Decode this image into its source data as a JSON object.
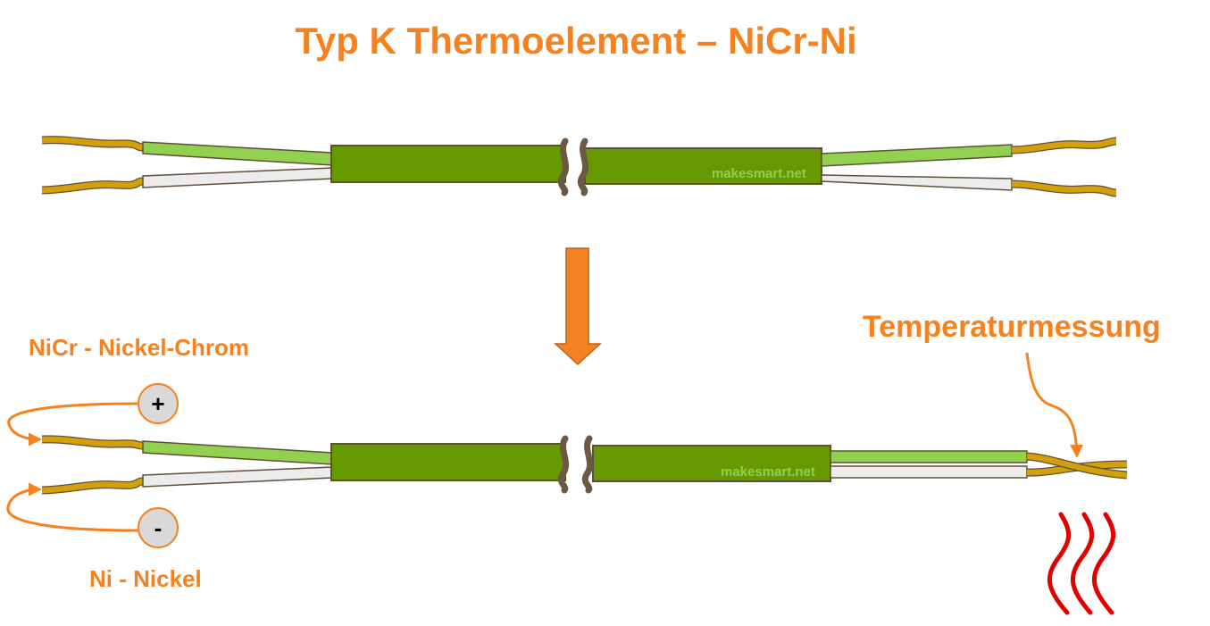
{
  "title": "Typ K Thermoelement – NiCr-Ni",
  "watermark_top": "makesmart.net",
  "watermark_bottom": "makesmart.net",
  "labels": {
    "positive_wire": "NiCr - Nickel-Chrom",
    "negative_wire": "Ni - Nickel",
    "measurement_point": "Temperaturmessung",
    "plus_symbol": "+",
    "minus_symbol": "-"
  },
  "colors": {
    "accent": "#f58220",
    "jacket": "#669900",
    "positive_insulation": "#92d050",
    "negative_insulation": "#ececec",
    "conductor": "#d4a00a",
    "heat": "#e00000"
  }
}
